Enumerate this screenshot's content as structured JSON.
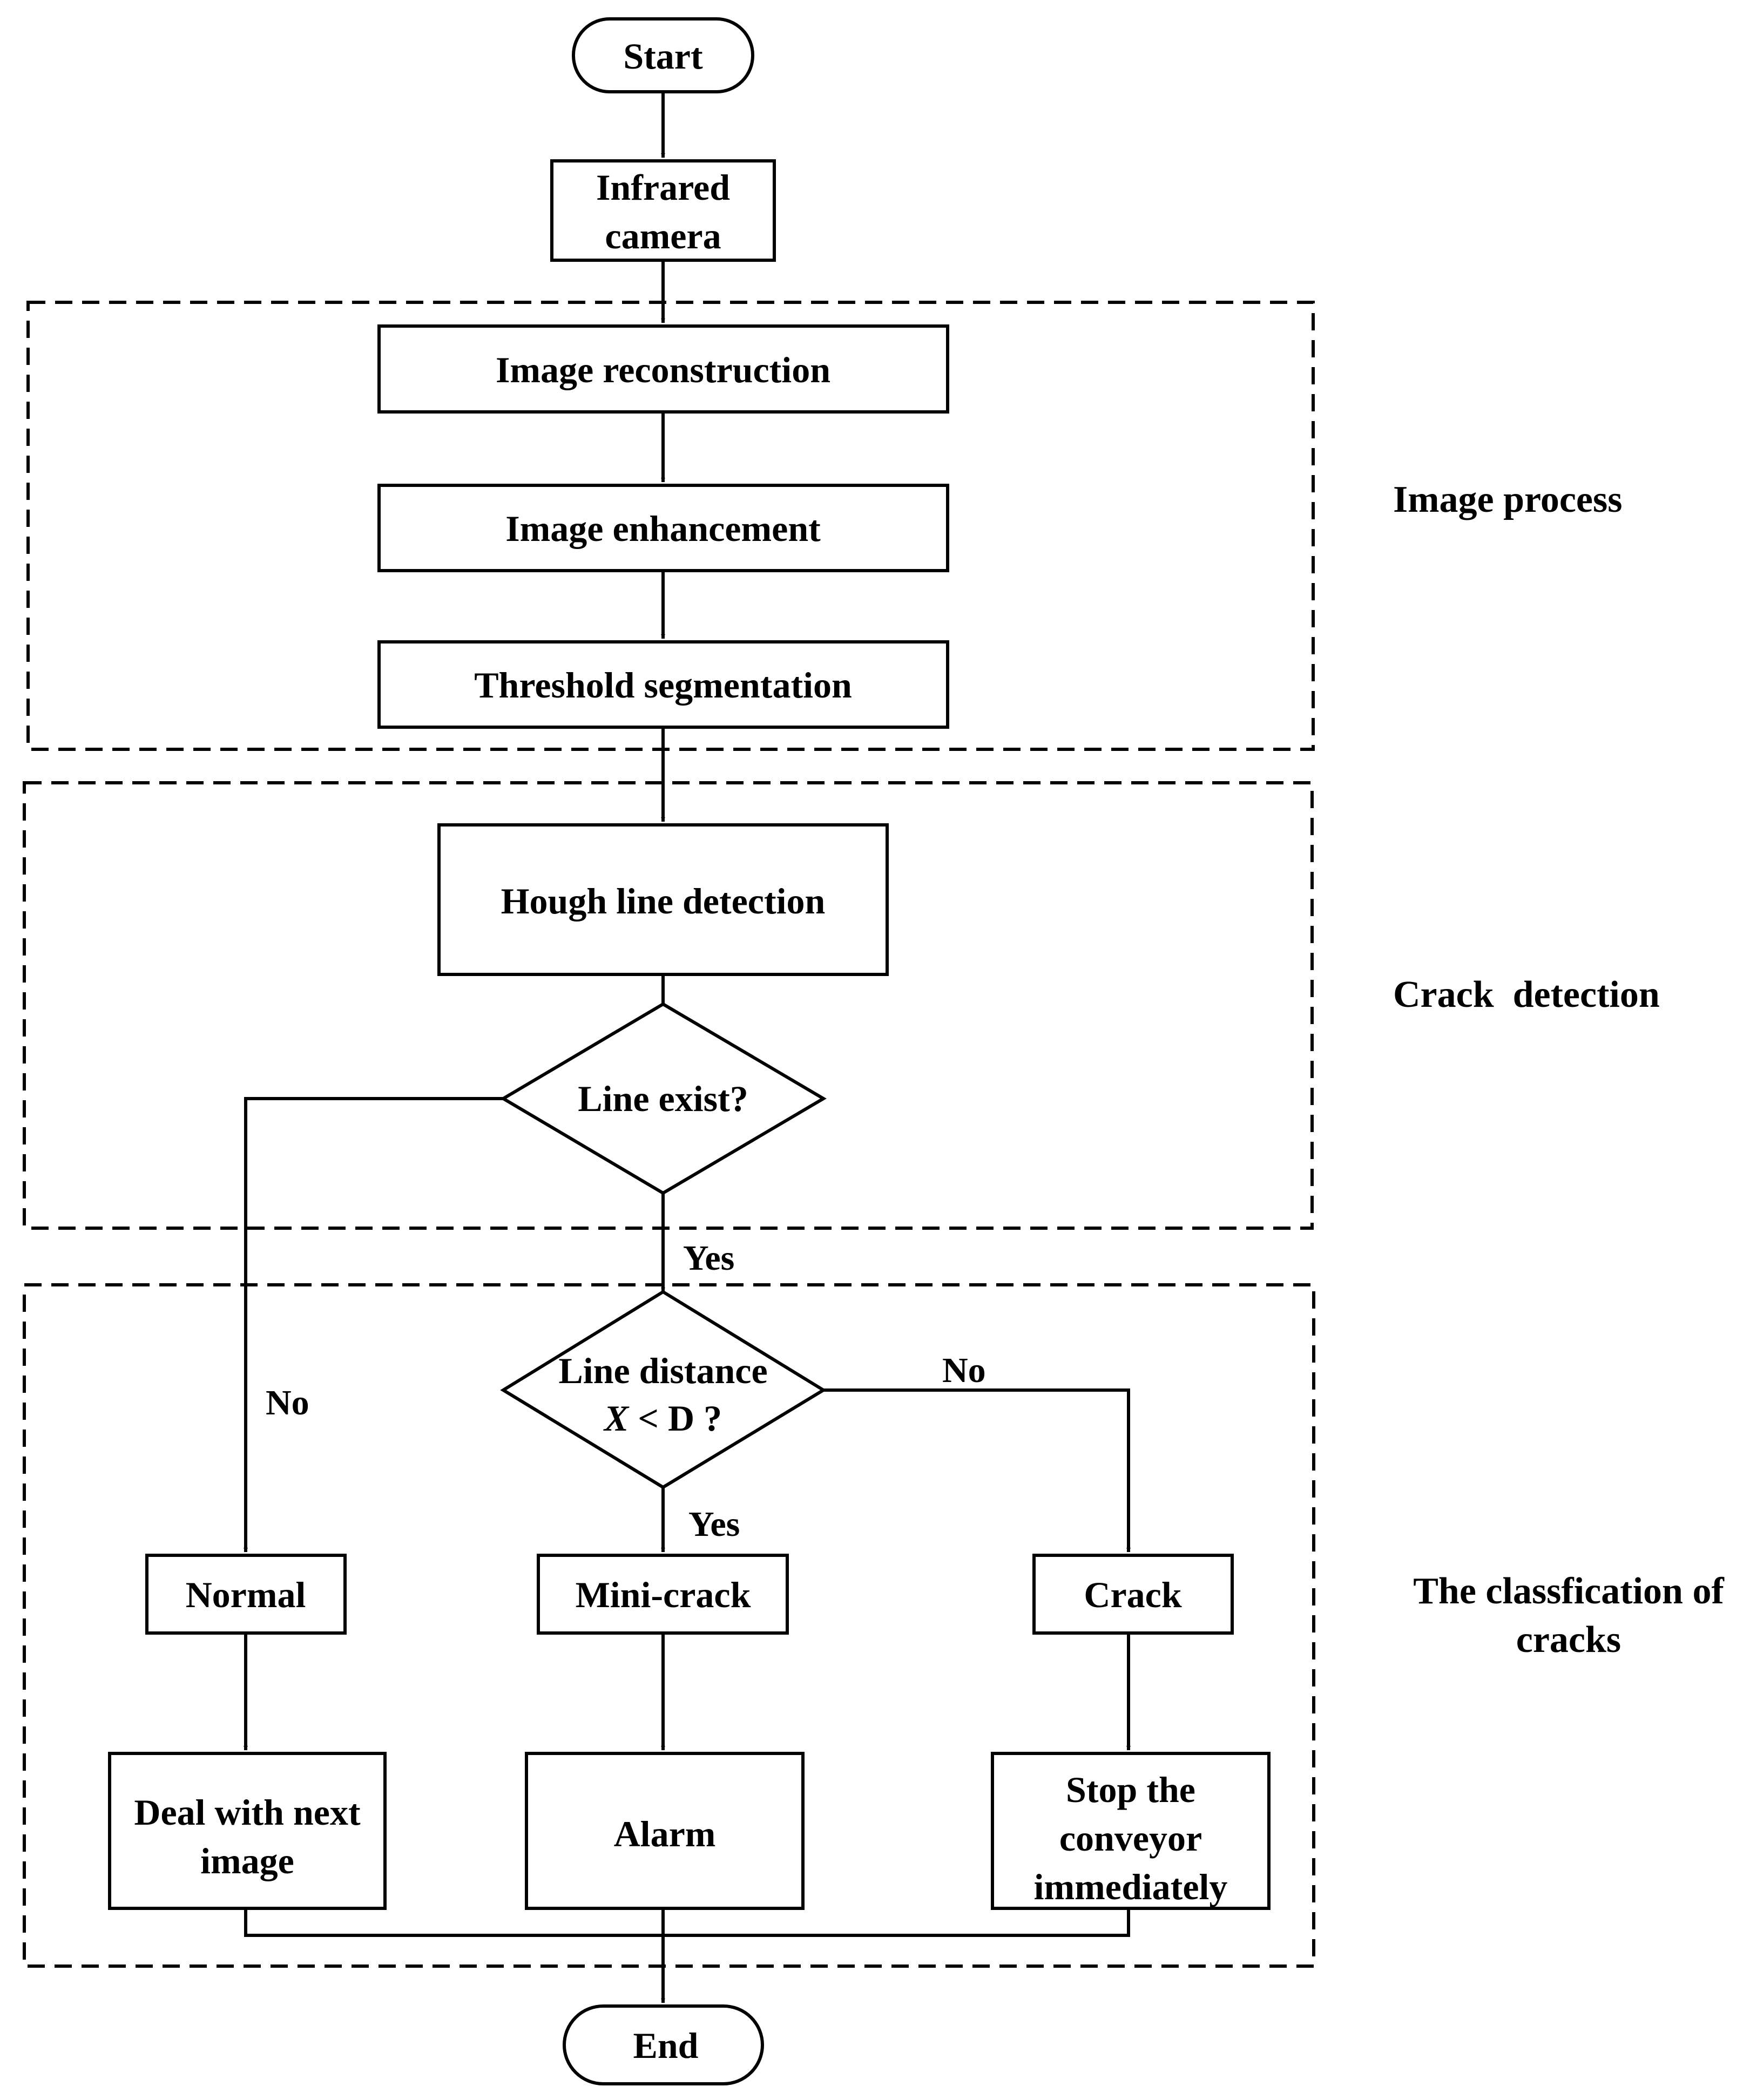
{
  "nodes": {
    "start": {
      "label": "Start"
    },
    "infrared_camera": {
      "lines": [
        "Infrared",
        "camera"
      ]
    },
    "image_reconstruction": {
      "label": "Image reconstruction"
    },
    "image_enhancement": {
      "label": "Image enhancement"
    },
    "threshold_segmentation": {
      "label": "Threshold segmentation"
    },
    "hough_line_detection": {
      "label": "Hough line detection"
    },
    "line_exist": {
      "label": "Line exist?"
    },
    "line_distance": {
      "line1": "Line distance",
      "var": "X",
      "rest": " < D ?"
    },
    "normal": {
      "label": "Normal"
    },
    "mini_crack": {
      "label": "Mini-crack"
    },
    "crack": {
      "label": "Crack"
    },
    "deal_next": {
      "lines": [
        "Deal with next",
        "image"
      ]
    },
    "alarm": {
      "label": "Alarm"
    },
    "stop_conveyor": {
      "lines": [
        "Stop the",
        "conveyor",
        "immediately"
      ]
    },
    "end": {
      "label": "End"
    }
  },
  "edge_labels": {
    "line_exist_yes": "Yes",
    "line_exist_no": "No",
    "line_distance_yes": "Yes",
    "line_distance_no": "No"
  },
  "groups": {
    "image_process": {
      "label": "Image process"
    },
    "crack_detection": {
      "label": "Crack  detection"
    },
    "classification": {
      "lines": [
        "The classfication of",
        "cracks"
      ]
    }
  }
}
